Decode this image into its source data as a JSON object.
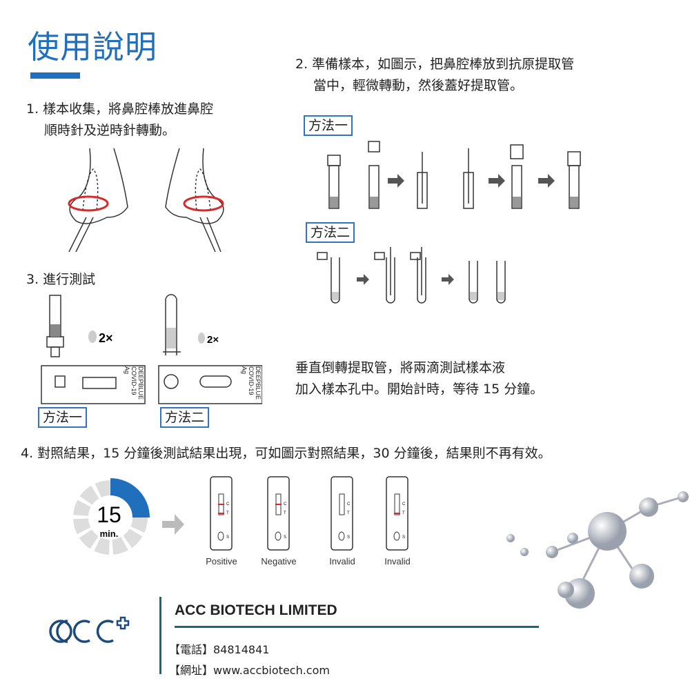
{
  "title": "使用說明",
  "step1": {
    "line1": "1. 樣本收集，將鼻腔棒放進鼻腔",
    "line2": "順時針及逆時針轉動。"
  },
  "step2": {
    "line1": "2. 準備樣本，如圖示，把鼻腔棒放到抗原提取管",
    "line2": "當中，輕微轉動，然後蓋好提取管。",
    "method1": "方法一",
    "method2": "方法二"
  },
  "step3": {
    "heading": "3. 進行測試",
    "drops1": "2×",
    "drops2": "2×",
    "method1": "方法一",
    "method2": "方法二",
    "cassette_text": "DEEPBLUE COVID-19 Ag",
    "desc_line1": "垂直倒轉提取管，將兩滴測試樣本液",
    "desc_line2": "加入樣本孔中。開始計時，等待 15 分鐘。"
  },
  "step4": {
    "heading": "4. 對照結果，15 分鐘後測試結果出現，可如圖示對照結果，30 分鐘後，結果則不再有效。",
    "timer_value": "15",
    "timer_unit": "min.",
    "timer_fraction": 0.25,
    "results": [
      {
        "label": "Positive",
        "c_line": true,
        "t_line": true
      },
      {
        "label": "Negative",
        "c_line": true,
        "t_line": false
      },
      {
        "label": "Invalid",
        "c_line": false,
        "t_line": false
      },
      {
        "label": "Invalid",
        "c_line": false,
        "t_line": true
      }
    ]
  },
  "footer": {
    "company": "ACC BIOTECH LIMITED",
    "phone": "【電話】84814841",
    "website": "【網址】www.accbiotech.com",
    "logo_text": "acc+"
  },
  "colors": {
    "brand_blue": "#1f6fbd",
    "teal": "#1a6680",
    "result_red": "#d62b2b"
  }
}
